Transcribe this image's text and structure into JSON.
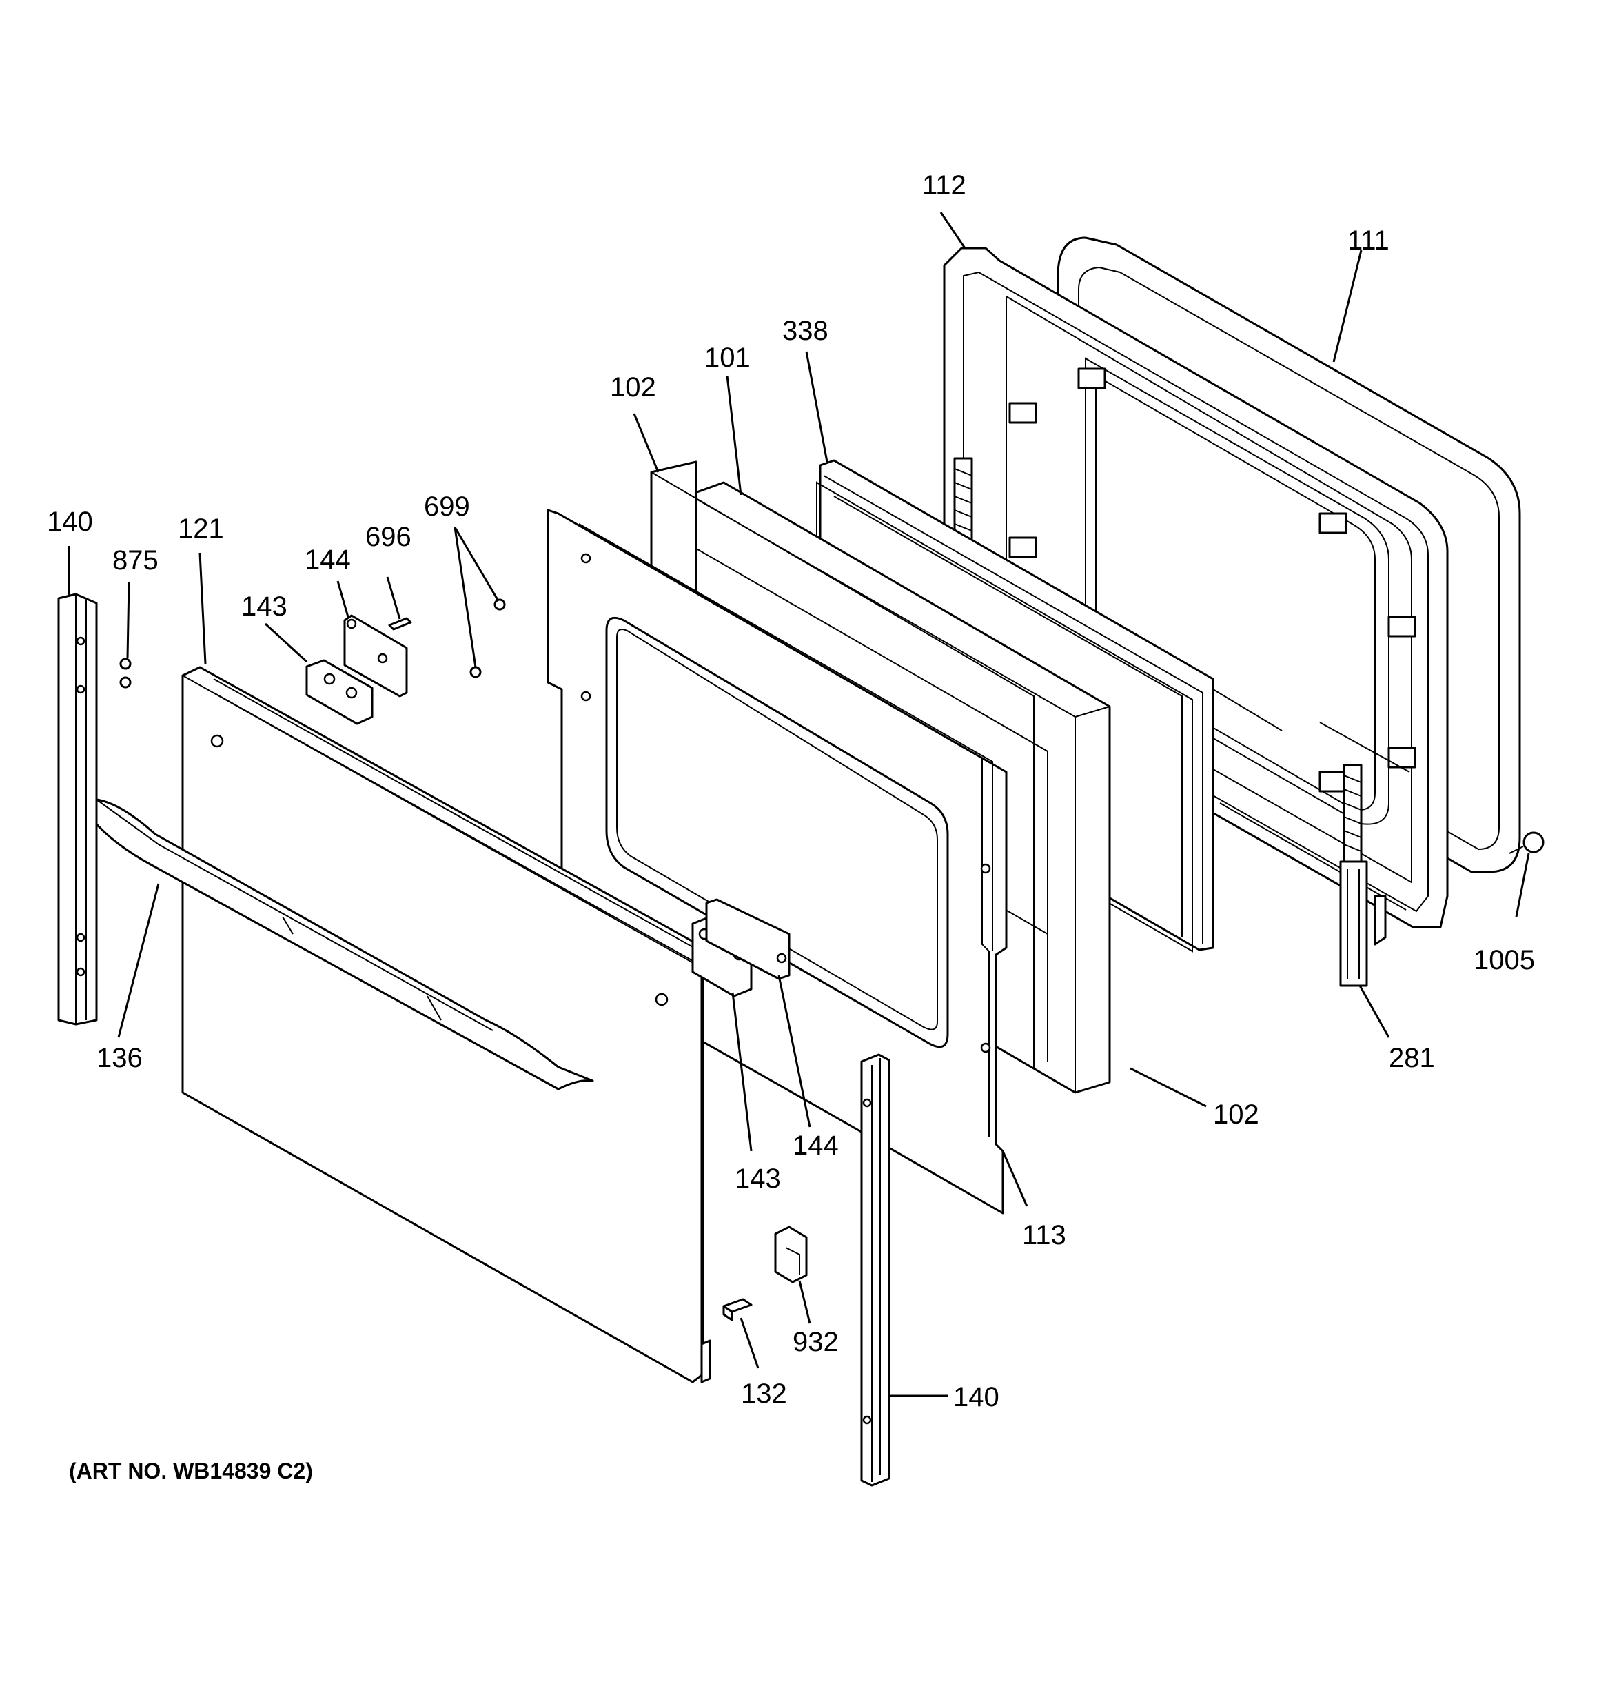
{
  "callouts": [
    {
      "id": "112",
      "label": "112"
    },
    {
      "id": "111",
      "label": "111"
    },
    {
      "id": "338",
      "label": "338"
    },
    {
      "id": "101",
      "label": "101"
    },
    {
      "id": "102-top",
      "label": "102"
    },
    {
      "id": "140-left",
      "label": "140"
    },
    {
      "id": "875",
      "label": "875"
    },
    {
      "id": "121",
      "label": "121"
    },
    {
      "id": "144-top",
      "label": "144"
    },
    {
      "id": "696",
      "label": "696"
    },
    {
      "id": "699",
      "label": "699"
    },
    {
      "id": "143-top",
      "label": "143"
    },
    {
      "id": "136",
      "label": "136"
    },
    {
      "id": "1005",
      "label": "1005"
    },
    {
      "id": "281",
      "label": "281"
    },
    {
      "id": "102-bottom",
      "label": "102"
    },
    {
      "id": "144-bottom",
      "label": "144"
    },
    {
      "id": "143-bottom",
      "label": "143"
    },
    {
      "id": "113",
      "label": "113"
    },
    {
      "id": "932",
      "label": "932"
    },
    {
      "id": "132",
      "label": "132"
    },
    {
      "id": "140-bottom",
      "label": "140"
    }
  ],
  "art_number": "(ART NO. WB14839 C2)"
}
